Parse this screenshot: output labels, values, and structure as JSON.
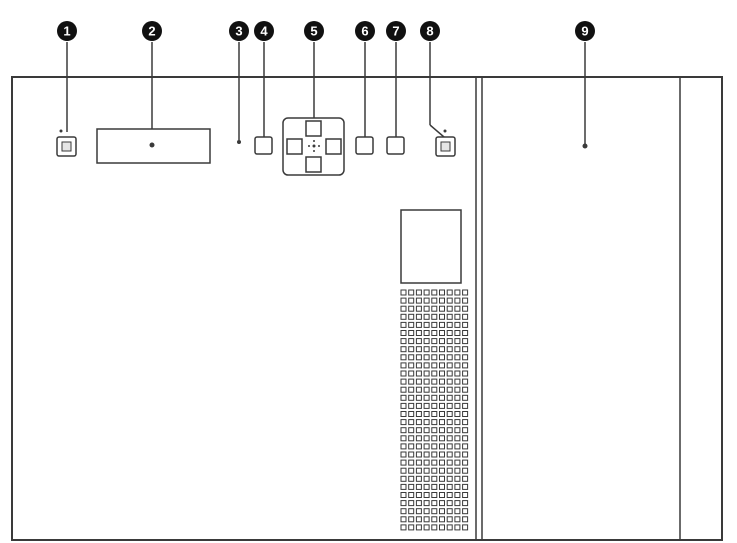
{
  "diagram": {
    "callouts": [
      {
        "id": "1",
        "label": "1"
      },
      {
        "id": "2",
        "label": "2"
      },
      {
        "id": "3",
        "label": "3"
      },
      {
        "id": "4",
        "label": "4"
      },
      {
        "id": "5",
        "label": "5"
      },
      {
        "id": "6",
        "label": "6"
      },
      {
        "id": "7",
        "label": "7"
      },
      {
        "id": "8",
        "label": "8"
      },
      {
        "id": "9",
        "label": "9"
      }
    ],
    "vent_grid": {
      "columns": 9,
      "rows": 30
    },
    "colors": {
      "stroke": "#3a3a3a",
      "callout_fill": "#111111",
      "callout_text": "#ffffff",
      "background": "#ffffff"
    },
    "icons": [
      "power-button-icon",
      "display-panel-icon",
      "indicator-led-icon",
      "menu-button-icon",
      "directional-pad-icon",
      "enter-button-icon",
      "back-button-icon",
      "standby-button-icon",
      "door-panel-icon"
    ]
  }
}
